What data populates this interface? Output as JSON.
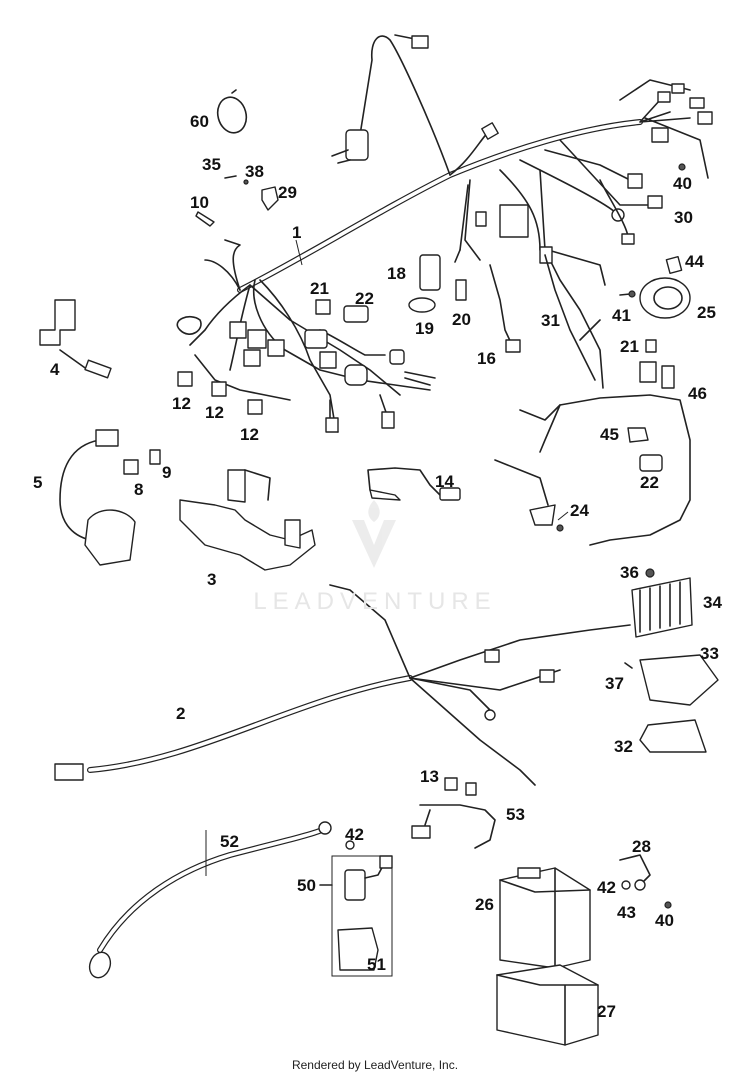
{
  "watermark": "LEADVENTURE",
  "footer_credit": "Rendered by LeadVenture, Inc.",
  "labels": [
    "60",
    "35",
    "38",
    "29",
    "10",
    "1",
    "40",
    "30",
    "44",
    "21",
    "22",
    "18",
    "19",
    "20",
    "25",
    "41",
    "4",
    "31",
    "16",
    "21",
    "12",
    "12",
    "12",
    "46",
    "45",
    "5",
    "9",
    "8",
    "14",
    "22",
    "24",
    "3",
    "36",
    "34",
    "33",
    "37",
    "2",
    "32",
    "13",
    "53",
    "52",
    "42",
    "28",
    "50",
    "26",
    "42",
    "43",
    "40",
    "51",
    "27"
  ]
}
